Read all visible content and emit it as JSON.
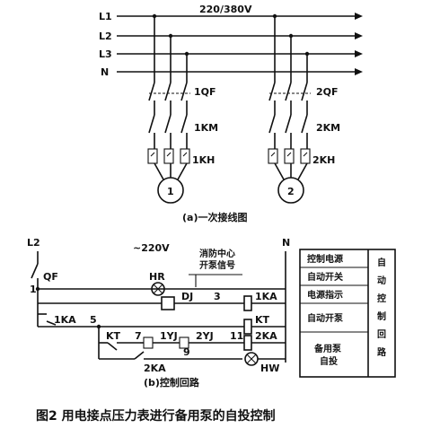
{
  "top": {
    "voltage": "220/380V",
    "bus_labels": [
      "L1",
      "L2",
      "L3",
      "N"
    ],
    "left_branch": {
      "breaker": "1QF",
      "contactor": "1KM",
      "relay": "1KH",
      "motor": "1"
    },
    "right_branch": {
      "breaker": "2QF",
      "contactor": "2KM",
      "relay": "2KH",
      "motor": "2"
    },
    "caption": "(a)一次接线图"
  },
  "control": {
    "supply": "L2",
    "neutral": "N",
    "voltage": "~220V",
    "breaker": "QF",
    "node_1": "1",
    "signal_label_1": "消防中心",
    "signal_label_2": "开泵信号",
    "lamp_hr": "HR",
    "lamp_hw": "HW",
    "relay_dj": "DJ",
    "node_3": "3",
    "contact_1ka": "1KA",
    "node_5": "5",
    "timer_kt": "KT",
    "node_7": "7",
    "contact_1yj": "1YJ",
    "contact_2yj": "2YJ",
    "node_11": "11",
    "contact_2ka": "2KA",
    "node_9": "9",
    "coil_1ka": "1KA",
    "coil_kt": "KT",
    "coil_2ka": "2KA",
    "caption": "(b)控制回路"
  },
  "legend": {
    "rows": [
      "控制电源",
      "自动开关",
      "电源指示",
      "自动开泵",
      "备用泵\n自投"
    ],
    "side": "自动控制回路"
  },
  "figure_caption": "图2  用电接点压力表进行备用泵的自投控制"
}
